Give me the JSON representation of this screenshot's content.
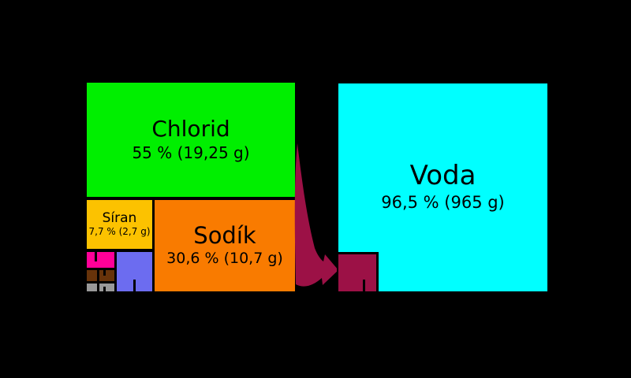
{
  "diagram": {
    "background_color": "#000000",
    "text_color": "#000000",
    "arrow_color": "#9C1146",
    "salt_treemap": {
      "cells": {
        "chlorid": {
          "label": "Chlorid",
          "value": "55 % (19,25 g)",
          "color": "#00EF00"
        },
        "siran": {
          "label": "Síran",
          "value": "7,7 % (2,7 g)",
          "color": "#FCC200"
        },
        "sodik": {
          "label": "Sodík",
          "value": "30,6 % (10,7 g)",
          "color": "#F97B00"
        },
        "magenta_cell": {
          "label": "",
          "color": "#FF0099"
        },
        "blue_cell": {
          "label": "",
          "color": "#6C6CF0"
        },
        "brown_cell": {
          "label": "",
          "color": "#67330A"
        },
        "gray_cell": {
          "label": "",
          "color": "#999999"
        }
      }
    },
    "water_treemap": {
      "voda": {
        "label": "Voda",
        "value": "96,5 % (965 g)",
        "color": "#00FFFF"
      },
      "salt_marker_color": "#9C1146"
    }
  },
  "chart_data": {
    "type": "treemap",
    "title": "",
    "panels": [
      {
        "name": "salt-composition",
        "items": [
          {
            "label": "Chlorid",
            "percent": 55,
            "grams": 19.25,
            "color": "#00EF00"
          },
          {
            "label": "Sodík",
            "percent": 30.6,
            "grams": 10.7,
            "color": "#F97B00"
          },
          {
            "label": "Síran",
            "percent": 7.7,
            "grams": 2.7,
            "color": "#FCC200"
          },
          {
            "label": "",
            "color": "#FF0099"
          },
          {
            "label": "",
            "color": "#6C6CF0"
          },
          {
            "label": "",
            "color": "#67330A"
          },
          {
            "label": "",
            "color": "#999999"
          }
        ]
      },
      {
        "name": "seawater",
        "items": [
          {
            "label": "Voda",
            "percent": 96.5,
            "grams": 965,
            "color": "#00FFFF"
          },
          {
            "label": "",
            "color": "#9C1146"
          }
        ]
      }
    ]
  }
}
